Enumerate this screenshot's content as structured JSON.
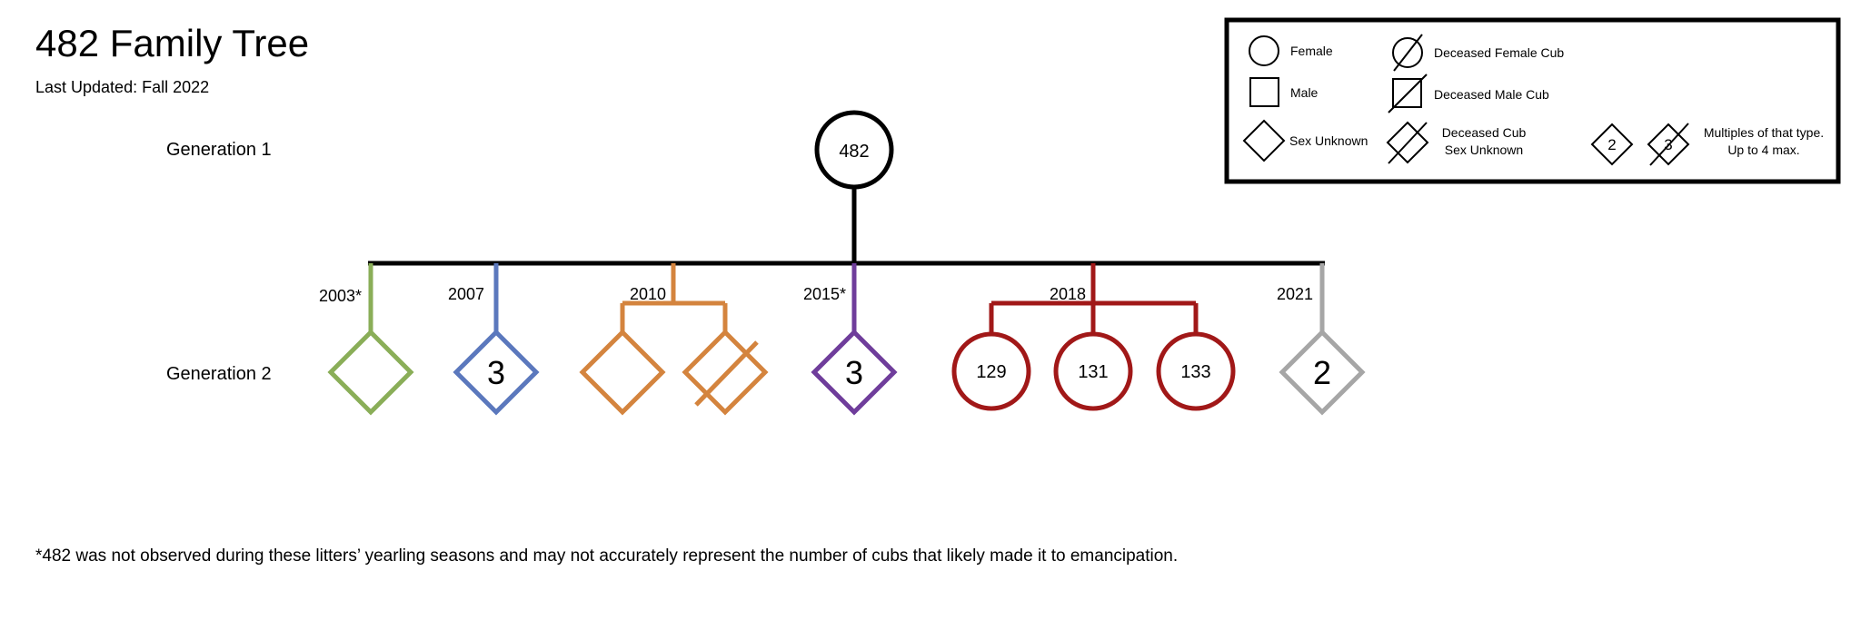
{
  "header": {
    "title": "482 Family Tree",
    "subtitle": "Last Updated: Fall 2022"
  },
  "generations": {
    "gen1_label": "Generation 1",
    "gen2_label": "Generation 2"
  },
  "root": {
    "label": "482"
  },
  "litters": {
    "y2003": "2003*",
    "y2007": "2007",
    "y2010": "2010",
    "y2015": "2015*",
    "y2018": "2018",
    "y2021": "2021"
  },
  "offspring": {
    "l2007_count": "3",
    "l2015_count": "3",
    "cub129": "129",
    "cub131": "131",
    "cub133": "133",
    "l2021_count": "2"
  },
  "legend": {
    "female": "Female",
    "male": "Male",
    "sex_unknown": "Sex Unknown",
    "deceased_female": "Deceased Female Cub",
    "deceased_male": "Deceased Male Cub",
    "deceased_unknown_line1": "Deceased Cub",
    "deceased_unknown_line2": "Sex Unknown",
    "multiples_line1": "Multiples of that type.",
    "multiples_line2": "Up to 4 max.",
    "example_2": "2",
    "example_3": "3"
  },
  "footnote": "*482 was not observed during these litters’ yearling seasons and may not accurately represent the number of cubs that likely made it to emancipation.",
  "colors": {
    "black": "#000000",
    "green": "#8aae58",
    "blue": "#5b78bd",
    "orange": "#d4843e",
    "purple": "#6f3d9b",
    "red": "#a11818",
    "gray": "#a6a6a6"
  }
}
